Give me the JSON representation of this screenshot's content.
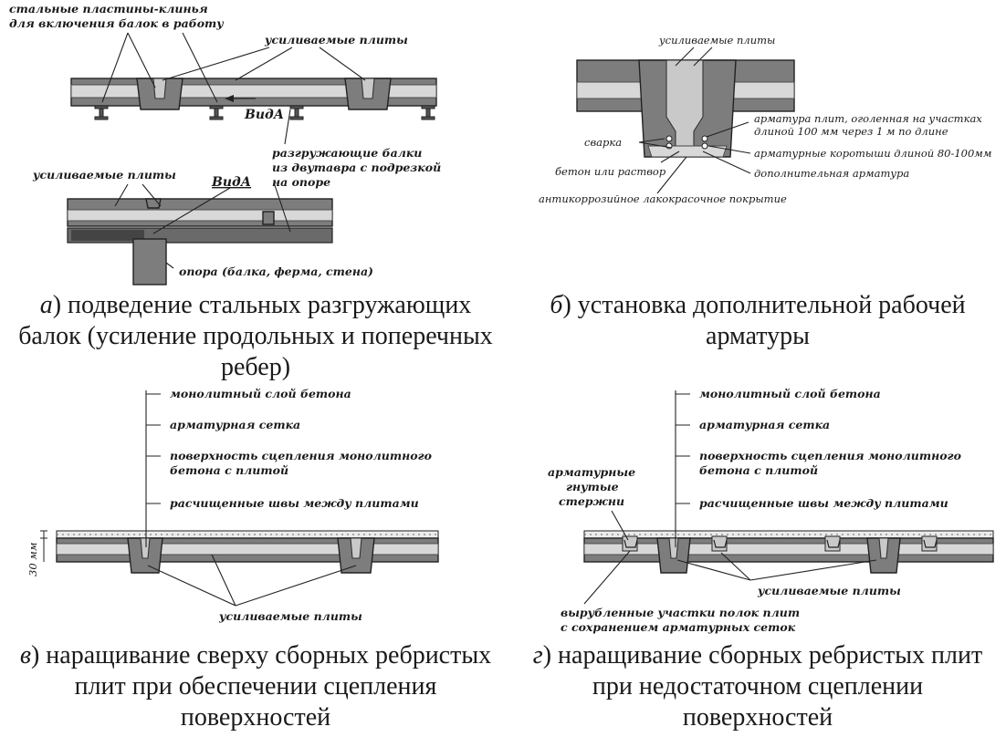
{
  "panel_a": {
    "label_plates": "стальные пластины-клинья",
    "label_plates2": "для включения балок в работу",
    "label_slabs": "усиливаемые плиты",
    "label_view": "ВидА",
    "label_beams1": "разгружающие балки",
    "label_beams2": "из двутавра с подрезкой",
    "label_beams3": "на опоре",
    "label_slabs2": "усиливаемые плиты",
    "label_view2": "ВидА",
    "label_support": "опора (балка, ферма, стена)",
    "caption_letter": "а",
    "caption_text": ") подведение стальных разгружающих балок (усиление продольных и поперечных ребер)"
  },
  "panel_b": {
    "label_slabs": "усиливаемые плиты",
    "label_rebar1": "арматура плит, оголенная на участках",
    "label_rebar2": "длиной 100 мм через 1 м по длине",
    "label_weld": "сварка",
    "label_short": "арматурные коротыши длиной 80-100мм",
    "label_concrete": "бетон или раствор",
    "label_extra": "дополнительная арматура",
    "label_paint": "антикоррозийное лакокрасочное покрытие",
    "caption_letter": "б",
    "caption_text": ") установка дополнительной рабочей арматуры"
  },
  "panel_v": {
    "label_mono": "монолитный слой бетона",
    "label_mesh": "арматурная сетка",
    "label_surface1": "поверхность сцепления монолитного",
    "label_surface2": "бетона с плитой",
    "label_seams": "расчищенные швы между плитами",
    "label_dim": "30 мм",
    "label_slabs": "усиливаемые плиты",
    "caption_letter": "в",
    "caption_text": ") наращивание сверху сборных ребристых плит при обеспечении сцепления поверхностей"
  },
  "panel_g": {
    "label_mono": "монолитный слой бетона",
    "label_mesh": "арматурная сетка",
    "label_surface1": "поверхность сцепления монолитного",
    "label_surface2": "бетона с плитой",
    "label_bent1": "арматурные",
    "label_bent2": "гнутые",
    "label_bent3": "стержни",
    "label_seams": "расчищенные швы между плитами",
    "label_slabs": "усиливаемые плиты",
    "label_cut1": "вырубленные участки полок плит",
    "label_cut2": "с сохранением арматурных сеток",
    "caption_letter": "г",
    "caption_text": ") наращивание сборных ребристых плит при недостаточном сцеплении поверхностей"
  }
}
